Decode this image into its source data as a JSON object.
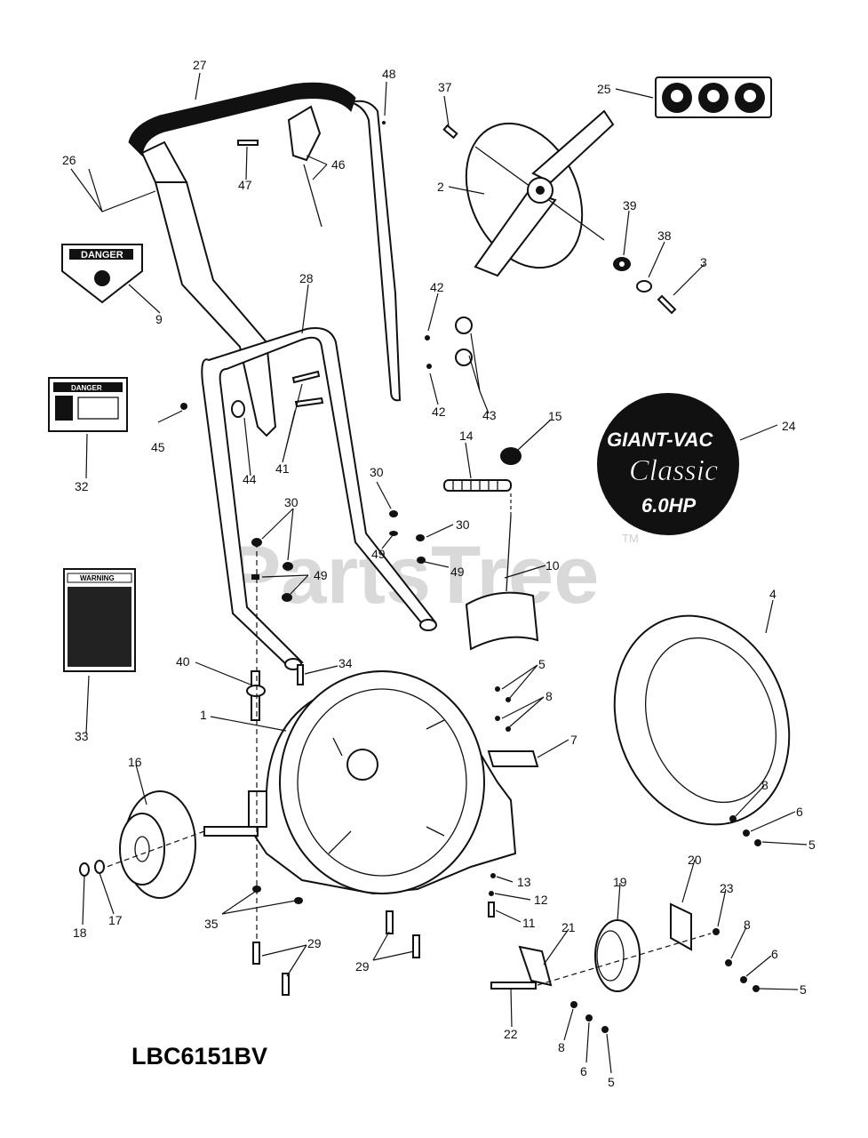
{
  "model_number": "LBC6151BV",
  "watermark": "PartsTree",
  "watermark_tm": "TM",
  "logo": {
    "line1": "GIANT-VAC",
    "line2": "Classic",
    "line3": "6.0HP"
  },
  "decals": {
    "danger_title": "DANGER",
    "warning_title": "WARNING"
  },
  "callouts": [
    {
      "id": "c27a",
      "label": "27"
    },
    {
      "id": "c48",
      "label": "48"
    },
    {
      "id": "c37",
      "label": "37"
    },
    {
      "id": "c25",
      "label": "25"
    },
    {
      "id": "c26",
      "label": "26"
    },
    {
      "id": "c46",
      "label": "46"
    },
    {
      "id": "c47",
      "label": "47"
    },
    {
      "id": "c2",
      "label": "2"
    },
    {
      "id": "c39",
      "label": "39"
    },
    {
      "id": "c38",
      "label": "38"
    },
    {
      "id": "c3",
      "label": "3"
    },
    {
      "id": "c9",
      "label": "9"
    },
    {
      "id": "c28",
      "label": "28"
    },
    {
      "id": "c42a",
      "label": "42"
    },
    {
      "id": "c42b",
      "label": "42"
    },
    {
      "id": "c43",
      "label": "43"
    },
    {
      "id": "c24",
      "label": "24"
    },
    {
      "id": "c45",
      "label": "45"
    },
    {
      "id": "c41",
      "label": "41"
    },
    {
      "id": "c44",
      "label": "44"
    },
    {
      "id": "c32",
      "label": "32"
    },
    {
      "id": "c14",
      "label": "14"
    },
    {
      "id": "c15",
      "label": "15"
    },
    {
      "id": "c30a",
      "label": "30"
    },
    {
      "id": "c30b",
      "label": "30"
    },
    {
      "id": "c30c",
      "label": "30"
    },
    {
      "id": "c49a",
      "label": "49"
    },
    {
      "id": "c49b",
      "label": "49"
    },
    {
      "id": "c49c",
      "label": "49"
    },
    {
      "id": "c10",
      "label": "10"
    },
    {
      "id": "c4",
      "label": "4"
    },
    {
      "id": "c40",
      "label": "40"
    },
    {
      "id": "c34",
      "label": "34"
    },
    {
      "id": "c33",
      "label": "33"
    },
    {
      "id": "c5a",
      "label": "5"
    },
    {
      "id": "c8a",
      "label": "8"
    },
    {
      "id": "c1",
      "label": "1"
    },
    {
      "id": "c7",
      "label": "7"
    },
    {
      "id": "c16",
      "label": "16"
    },
    {
      "id": "c8b",
      "label": "8"
    },
    {
      "id": "c6a",
      "label": "6"
    },
    {
      "id": "c5b",
      "label": "5"
    },
    {
      "id": "c20",
      "label": "20"
    },
    {
      "id": "c13",
      "label": "13"
    },
    {
      "id": "c12",
      "label": "12"
    },
    {
      "id": "c11",
      "label": "11"
    },
    {
      "id": "c19",
      "label": "19"
    },
    {
      "id": "c23",
      "label": "23"
    },
    {
      "id": "c8c",
      "label": "8"
    },
    {
      "id": "c6b",
      "label": "6"
    },
    {
      "id": "c5c",
      "label": "5"
    },
    {
      "id": "c21",
      "label": "21"
    },
    {
      "id": "c35",
      "label": "35"
    },
    {
      "id": "c29a",
      "label": "29"
    },
    {
      "id": "c29b",
      "label": "29"
    },
    {
      "id": "c17",
      "label": "17"
    },
    {
      "id": "c18",
      "label": "18"
    },
    {
      "id": "c22",
      "label": "22"
    },
    {
      "id": "c8d",
      "label": "8"
    },
    {
      "id": "c6c",
      "label": "6"
    },
    {
      "id": "c5d",
      "label": "5"
    }
  ]
}
